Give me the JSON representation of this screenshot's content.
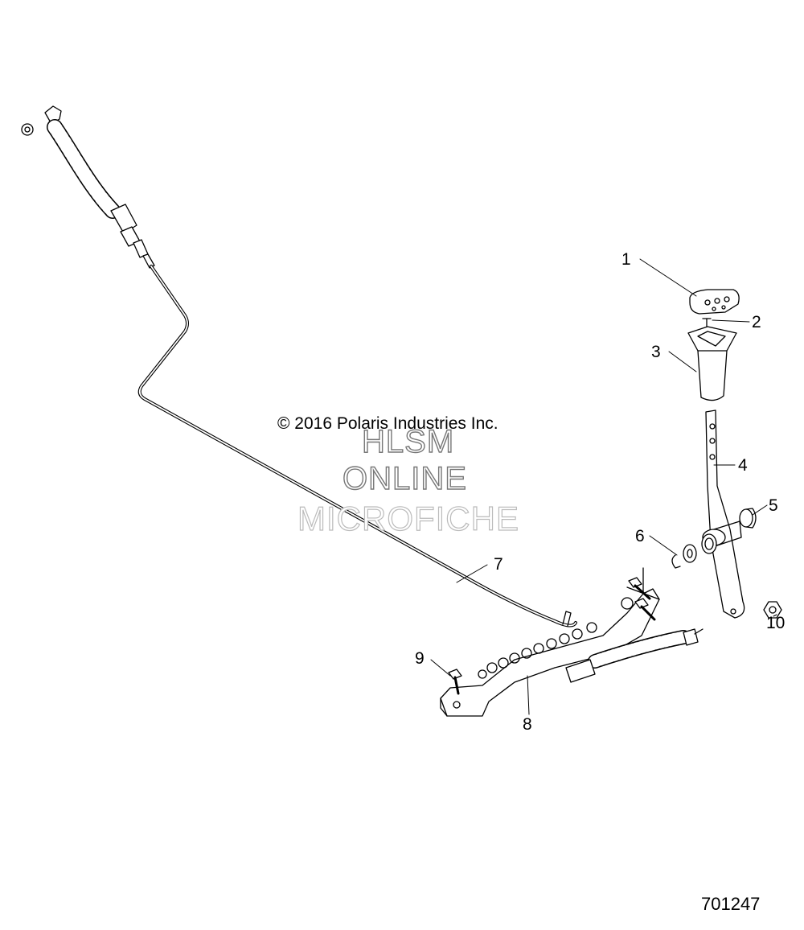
{
  "copyright": "© 2016 Polaris Industries Inc.",
  "watermark": {
    "line1": "HLSM",
    "line2": "ONLINE",
    "line3": "MICROFICHE"
  },
  "part_number": "701247",
  "callouts": [
    "1",
    "2",
    "3",
    "4",
    "5",
    "6",
    "7",
    "8",
    "9",
    "10"
  ]
}
